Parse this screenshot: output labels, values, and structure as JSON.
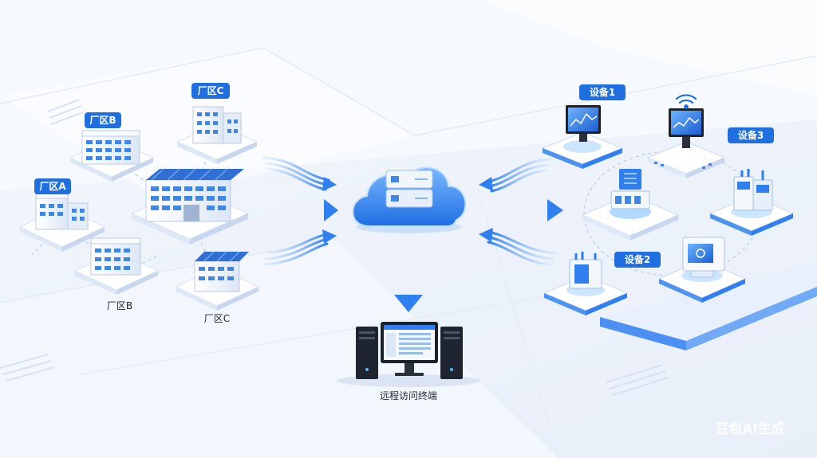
{
  "factories": {
    "badge_a": "厂区A",
    "badge_b": "厂区B",
    "badge_c": "厂区C",
    "label_b": "厂区B",
    "label_c": "厂区C"
  },
  "devices": {
    "badge_1": "设备1",
    "badge_2": "设备2",
    "badge_3": "设备3"
  },
  "terminal": {
    "label": "远程访问终端"
  },
  "watermark": "豆包AI生成",
  "colors": {
    "accent": "#1f6fe0",
    "background": "#eef3fb",
    "cloud": "#3f8ff0"
  }
}
